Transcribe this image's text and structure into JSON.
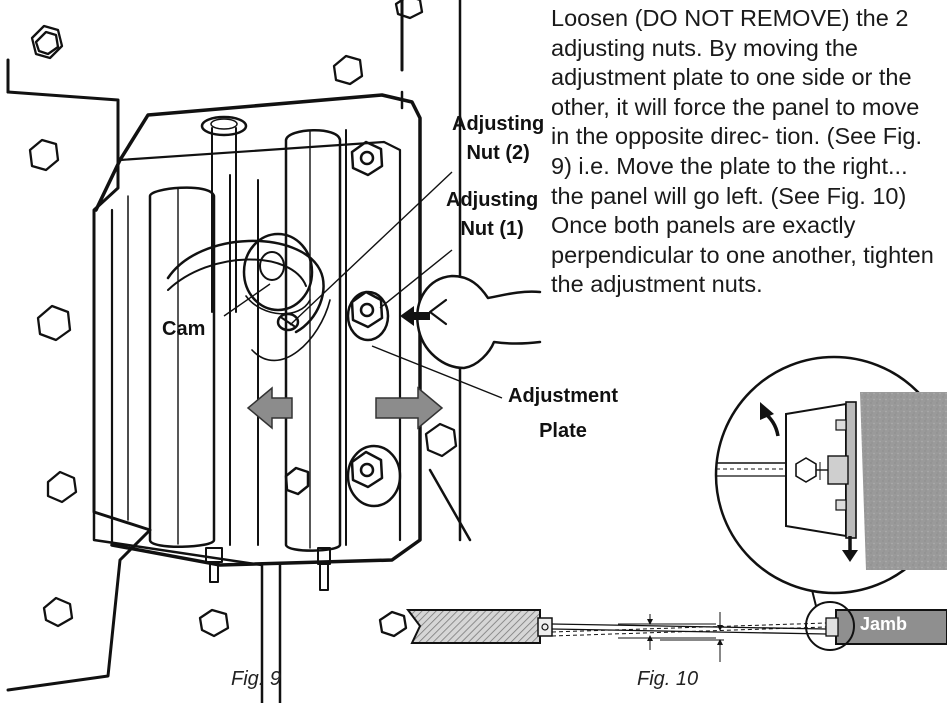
{
  "instructions": {
    "paragraph_1": "Loosen (DO NOT REMOVE) the 2 adjusting nuts. By moving the adjustment plate to one side or the other, it will force the panel to move in the opposite direc- tion. (See Fig. 9) i.e. Move the plate to the right... the panel will go left. (See Fig. 10)",
    "paragraph_2": "Once both panels are exactly perpendicular to one another, tighten the adjustment nuts."
  },
  "fig9": {
    "callout_adjusting_nut_2_line1": "Adjusting",
    "callout_adjusting_nut_2_line2": "Nut (2)",
    "callout_adjusting_nut_1_line1": "Adjusting",
    "callout_adjusting_nut_1_line2": "Nut (1)",
    "callout_cam": "Cam",
    "callout_adjustment_plate_line1": "Adjustment",
    "callout_adjustment_plate_line2": "Plate",
    "caption": "Fig. 9"
  },
  "fig10": {
    "jamb_label": "Jamb",
    "caption": "Fig. 10"
  }
}
